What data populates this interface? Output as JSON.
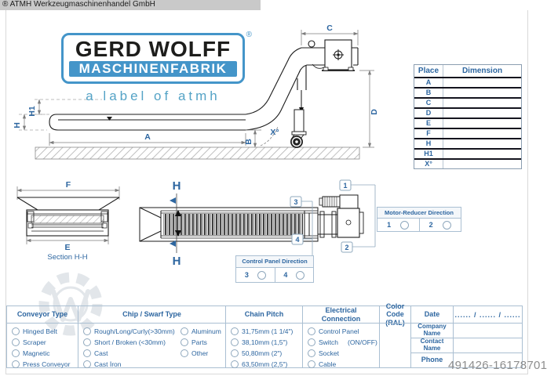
{
  "page": {
    "caption": "® ATMH Werkzeugmaschinenhandel GmbH",
    "ref_number": "491426-16178701"
  },
  "logo": {
    "name": "GERD WOLFF",
    "subtitle": "MASCHINENFABRIK",
    "registered": "®",
    "tagline": "a label of atmh"
  },
  "dimension_table": {
    "col1": "Place",
    "col2": "Dimension",
    "rows": [
      {
        "place": "A",
        "dim": ""
      },
      {
        "place": "B",
        "dim": ""
      },
      {
        "place": "C",
        "dim": ""
      },
      {
        "place": "D",
        "dim": ""
      },
      {
        "place": "E",
        "dim": ""
      },
      {
        "place": "F",
        "dim": ""
      },
      {
        "place": "H",
        "dim": ""
      },
      {
        "place": "H1",
        "dim": ""
      },
      {
        "place": "X°",
        "dim": ""
      }
    ]
  },
  "side_view": {
    "dim_a": "A",
    "dim_b": "B",
    "dim_c": "C",
    "dim_d": "D",
    "dim_h": "H",
    "dim_h1": "H1",
    "dim_x": "X°"
  },
  "section_view": {
    "dim_f": "F",
    "dim_e": "E",
    "caption": "Section H-H"
  },
  "plan_view": {
    "cut_top": "H",
    "cut_bottom": "H",
    "callout_1": "1",
    "callout_2": "2",
    "callout_3": "3",
    "callout_4": "4"
  },
  "motor_direction": {
    "title": "Motor-Reducer Direction",
    "option_1": "1",
    "option_2": "2"
  },
  "panel_direction": {
    "title": "Control Panel Direction",
    "option_3": "3",
    "option_4": "4"
  },
  "form": {
    "conveyor_type": {
      "title": "Conveyor Type",
      "items": [
        "Hinged Belt",
        "Scraper",
        "Magnetic",
        "Press Conveyor"
      ]
    },
    "chip_type": {
      "title": "Chip / Swarf Type",
      "col1": [
        "Rough/Long/Curly(>30mm)",
        "Short / Broken (<30mm)",
        "Cast",
        "Cast İron"
      ],
      "col2": [
        "Aluminum",
        "Parts",
        "Other"
      ]
    },
    "chain_pitch": {
      "title": "Chain Pitch",
      "items": [
        "31,75mm (1 1/4\")",
        "38,10mm (1,5\")",
        "50,80mm (2\")",
        "63,50mm (2,5\")"
      ]
    },
    "electrical": {
      "title": "Electrical Connection",
      "items": [
        "Control Panel",
        "Switch",
        "Socket",
        "Cable"
      ],
      "switch_note": "(ON/OFF)"
    },
    "color_code": {
      "title": "Color Code (RAL)"
    },
    "meta": {
      "date_label": "Date",
      "date_value": "...... / ...... / ......",
      "company_label": "Company Name",
      "contact_label": "Contact Name",
      "phone_label": "Phone"
    }
  },
  "colors": {
    "label_blue": "#2d66a0",
    "logo_blue": "#4495c9",
    "tagline_teal": "#55a3c6",
    "caption_bar_bg": "#c9c9c9",
    "ref_number_gray": "#8e8e8e",
    "table_border": "#aabfd2"
  }
}
